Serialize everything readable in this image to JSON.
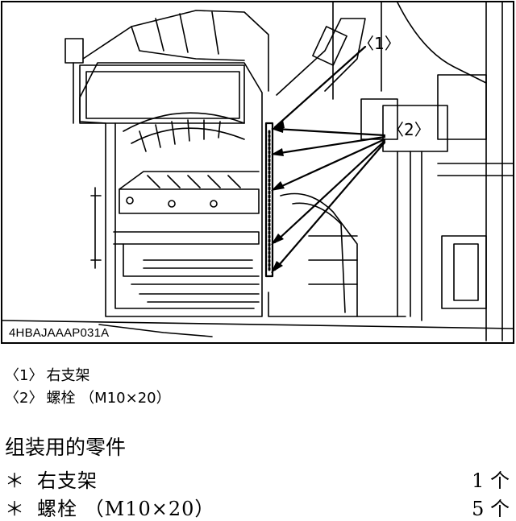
{
  "figure": {
    "code": "4HBAJAAAP031A",
    "callouts": [
      "〈1〉",
      "〈2〉"
    ]
  },
  "legend": [
    {
      "num": "〈1〉",
      "text": "右支架"
    },
    {
      "num": "〈2〉",
      "text": "螺栓 （M10×20）"
    }
  ],
  "parts": {
    "title": "组装用的零件",
    "items": [
      {
        "bullet": "＊",
        "name": "右支架",
        "qty": "1 个"
      },
      {
        "bullet": "＊",
        "name": "螺栓 （M10×20）",
        "qty": "5 个"
      }
    ]
  }
}
